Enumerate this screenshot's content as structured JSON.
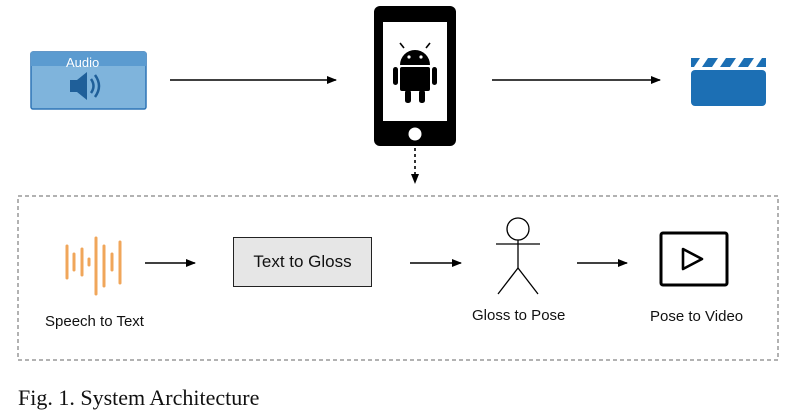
{
  "audio_card": {
    "label": "Audio",
    "icon": "speaker-icon"
  },
  "phone": {
    "icon": "android-icon"
  },
  "output_icon": "clapperboard-icon",
  "pipeline": {
    "steps": [
      {
        "label": "Speech to Text",
        "icon": "waveform-icon"
      },
      {
        "label": "Text to Gloss",
        "icon": ""
      },
      {
        "label": "Gloss to Pose",
        "icon": "stick-figure-icon"
      },
      {
        "label": "Pose to Video",
        "icon": "play-icon"
      }
    ]
  },
  "caption": "Fig. 1. System Architecture",
  "colors": {
    "audio_blue": "#6fa8d6",
    "clapper_blue": "#1c6fb4",
    "wave_orange": "#f0a65a"
  }
}
